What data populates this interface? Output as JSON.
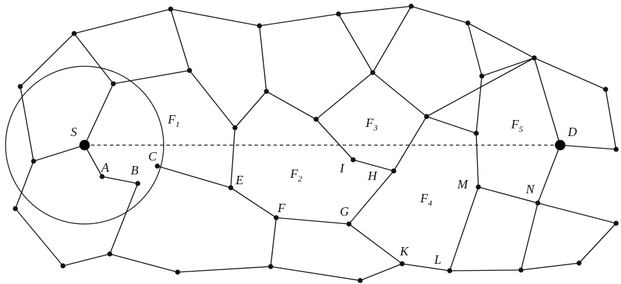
{
  "labels": {
    "S": "S",
    "A": "A",
    "B": "B",
    "C": "C",
    "D": "D",
    "E": "E",
    "F": "F",
    "G": "G",
    "H": "H",
    "I": "I",
    "K": "K",
    "L": "L",
    "M": "M",
    "N": "N"
  },
  "faces": {
    "F1": {
      "letter": "F",
      "subscript": "1"
    },
    "F2": {
      "letter": "F",
      "subscript": "2"
    },
    "F3": {
      "letter": "F",
      "subscript": "3"
    },
    "F4": {
      "letter": "F",
      "subscript": "4"
    },
    "F5": {
      "letter": "F",
      "subscript": "5"
    }
  },
  "colors": {
    "stroke": "#111111",
    "background": "#ffffff"
  }
}
